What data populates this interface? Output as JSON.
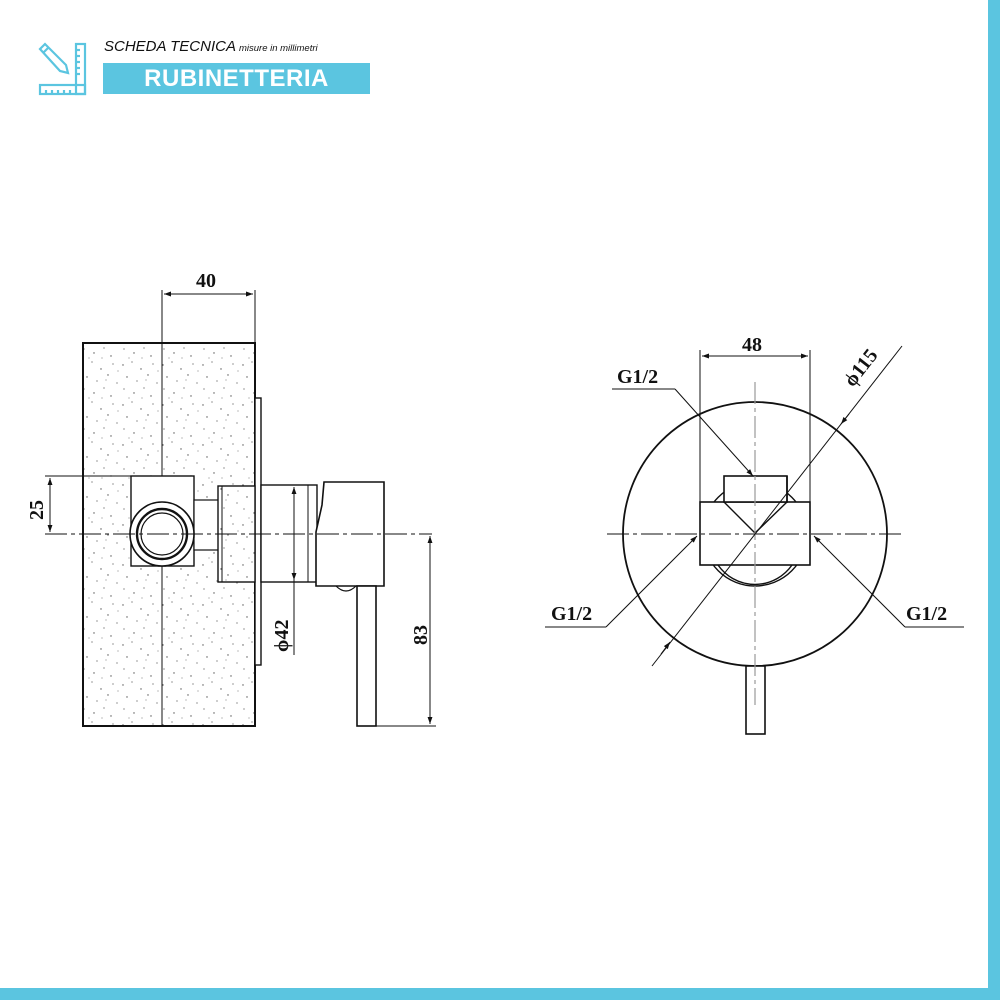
{
  "header": {
    "title": "SCHEDA TECNICA",
    "subtitle": "misure in millimetri",
    "category": "RUBINETTERIA",
    "logo_icon": "pencil-ruler-icon"
  },
  "colors": {
    "accent": "#5bc5e0",
    "line": "#111111"
  },
  "side_view": {
    "dim_depth": "40",
    "dim_offset": "25",
    "dim_body_diameter": "ϕ42",
    "dim_handle_height": "83"
  },
  "front_view": {
    "dim_body_width": "48",
    "dim_plate_diameter": "ϕ115",
    "label_top_connection": "G1/2",
    "label_left_connection": "G1/2",
    "label_right_connection": "G1/2"
  }
}
